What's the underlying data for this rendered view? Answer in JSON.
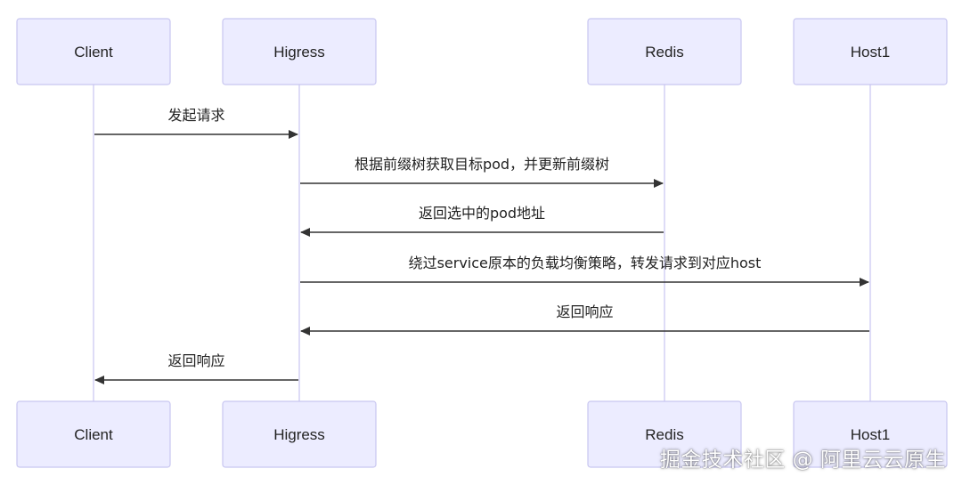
{
  "participants": [
    {
      "id": "client",
      "label": "Client"
    },
    {
      "id": "higress",
      "label": "Higress"
    },
    {
      "id": "redis",
      "label": "Redis"
    },
    {
      "id": "host1",
      "label": "Host1"
    }
  ],
  "messages": [
    {
      "from": "client",
      "to": "higress",
      "label": "发起请求"
    },
    {
      "from": "higress",
      "to": "redis",
      "label": "根据前缀树获取目标pod，并更新前缀树"
    },
    {
      "from": "redis",
      "to": "higress",
      "label": "返回选中的pod地址"
    },
    {
      "from": "higress",
      "to": "host1",
      "label": "绕过service原本的负载均衡策略，转发请求到对应host"
    },
    {
      "from": "host1",
      "to": "higress",
      "label": "返回响应"
    },
    {
      "from": "higress",
      "to": "client",
      "label": "返回响应"
    }
  ],
  "watermark": "掘金技术社区 @ 阿里云云原生",
  "colors": {
    "actor_fill": "#ECECFF",
    "actor_border": "#C8C6F0",
    "lifeline": "#D6D4F5",
    "arrow": "#333333"
  }
}
